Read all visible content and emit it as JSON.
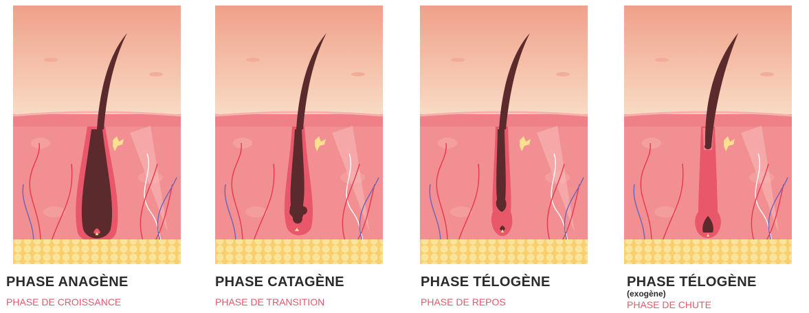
{
  "phases": [
    {
      "title": "PHASE ANAGÈNE",
      "note": "",
      "subtitle": "PHASE DE CROISSANCE",
      "stage": "anagen"
    },
    {
      "title": "PHASE CATAGÈNE",
      "note": "",
      "subtitle": "PHASE DE TRANSITION",
      "stage": "catagen"
    },
    {
      "title": "PHASE TÉLOGÈNE",
      "note": "",
      "subtitle": "PHASE DE REPOS",
      "stage": "telogen"
    },
    {
      "title": "PHASE TÉLOGÈNE",
      "note": "(exogène)",
      "subtitle": "PHASE DE CHUTE",
      "stage": "exogen"
    }
  ],
  "colors": {
    "sky_top": "#f0a08a",
    "sky_bottom": "#f9dcc4",
    "skin_surface": "#f08c90",
    "dermis": "#f28f92",
    "dermis_light": "#f5a7a6",
    "fat": "#fbe08f",
    "hair": "#5b2a2c",
    "follicle": "#e8576a",
    "vessel_red": "#e6374f",
    "vessel_blue": "#6a63b8",
    "subtitle": "#e0596b",
    "title": "#2b2b2b"
  }
}
